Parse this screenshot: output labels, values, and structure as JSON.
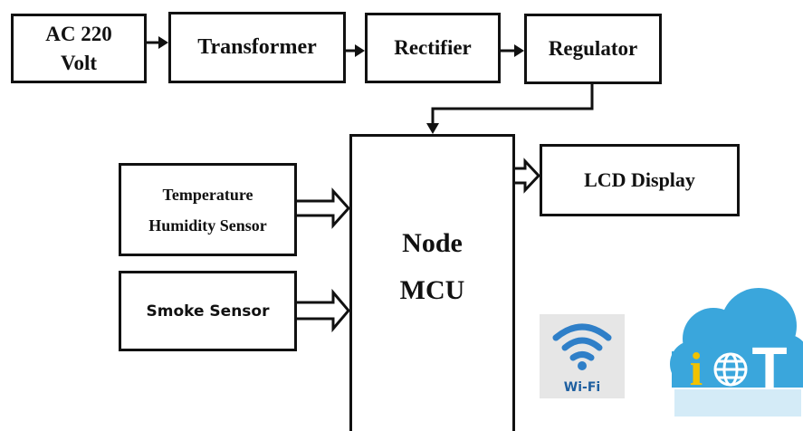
{
  "blocks": {
    "ac_source": "AC 220\nVolt",
    "transformer": "Transformer",
    "rectifier": "Rectifier",
    "regulator": "Regulator",
    "temp_sensor": "Temperature\nHumidity Sensor",
    "smoke_sensor": "Smoke Sensor",
    "mcu": "Node\nMCU",
    "lcd": "LCD Display"
  },
  "logos": {
    "wifi_text": "Wi-Fi",
    "iot_text_i": "i",
    "iot_text_t": "T"
  },
  "colors": {
    "line": "#111111",
    "wifi_blue": "#2f7fc8",
    "wifi_bg": "#e6e6e6",
    "cloud_blue": "#3aa6dc",
    "iot_yellow": "#f2c200"
  }
}
